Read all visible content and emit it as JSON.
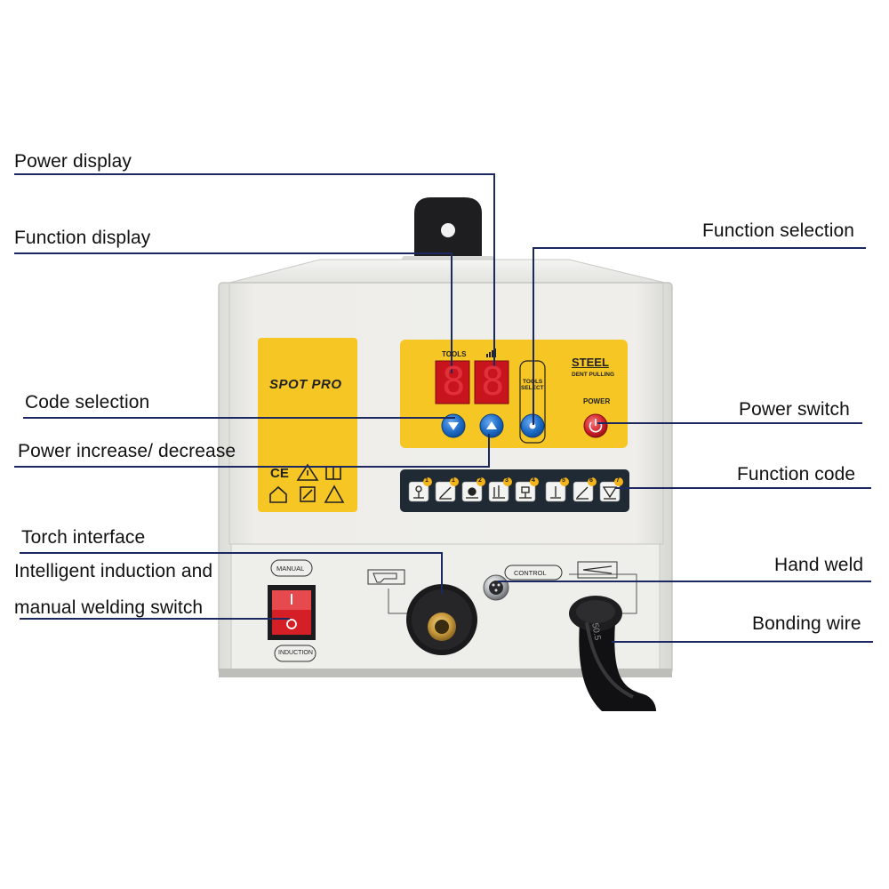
{
  "callouts": {
    "power_display": "Power display",
    "function_display": "Function display",
    "function_selection": "Function selection",
    "code_selection": "Code selection",
    "power_switch": "Power switch",
    "power_increase_decrease": "Power increase/ decrease",
    "function_code": "Function code",
    "torch_interface": "Torch interface",
    "intelligent_induction_line1": "Intelligent induction and",
    "intelligent_induction_line2": "manual welding switch",
    "hand_weld": "Hand weld",
    "bonding_wire": "Bonding wire"
  },
  "machine": {
    "brand": "SPOT PRO",
    "tools_label": "TOOLS",
    "tools_select_line1": "TOOLS",
    "tools_select_line2": "SELECT",
    "steel_label": "STEEL",
    "dent_pulling_label": "DENT PULLING",
    "power_label": "POWER",
    "manual_label": "MANUAL",
    "induction_label": "INDUCTION",
    "control_label": "CONTROL",
    "display_value_left": "8",
    "display_value_right": "8",
    "cable_print": "50.5",
    "function_codes": [
      "1",
      "1",
      "2",
      "3",
      "4",
      "5",
      "6",
      "7"
    ]
  },
  "colors": {
    "panel_yellow": "#f6c625",
    "housing": "#ecebe7",
    "display_red": "#c8141c",
    "button_blue": "#1e6cc6",
    "power_button_red": "#d2232a",
    "leader_line": "#1c2960"
  }
}
